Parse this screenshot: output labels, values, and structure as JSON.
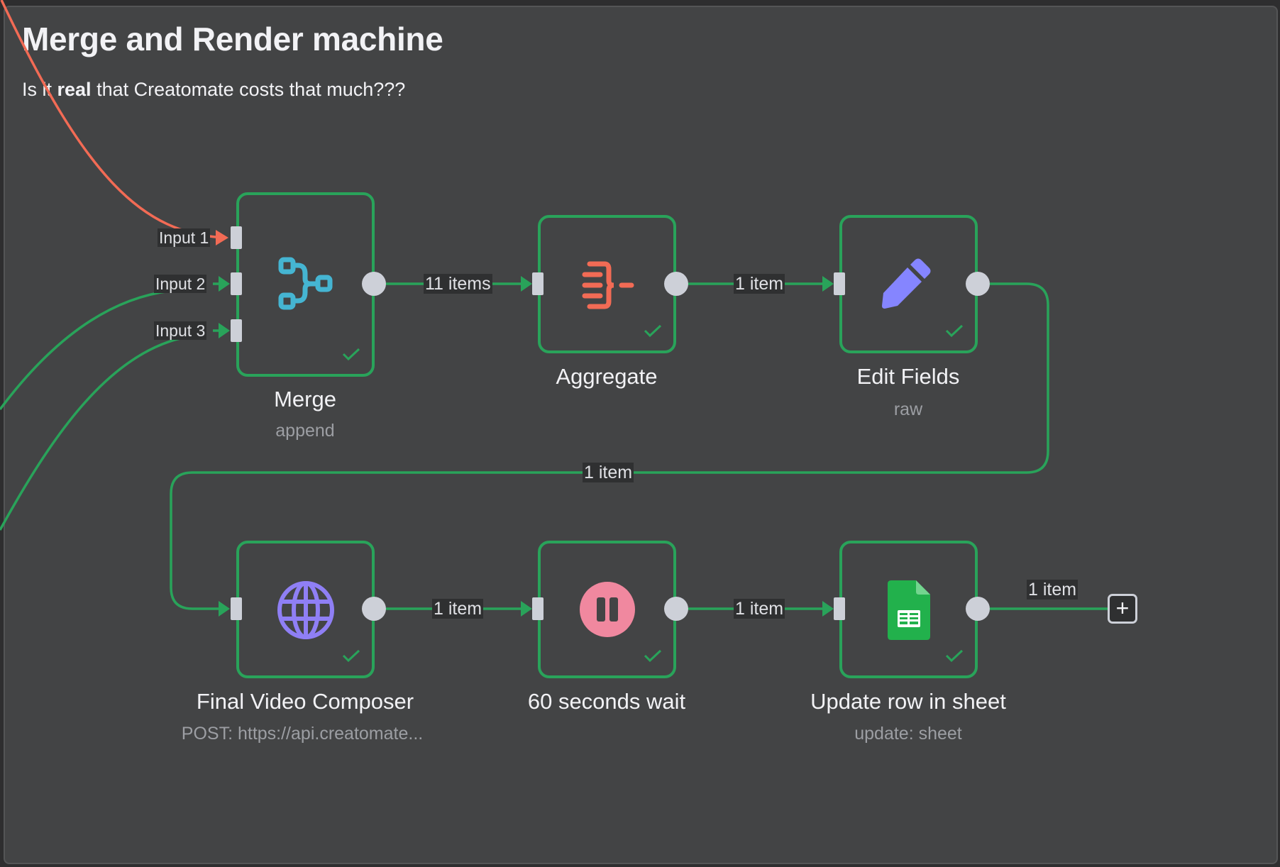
{
  "sticky_note": {
    "title": "Merge and Render machine",
    "subtitle_prefix": "Is it ",
    "subtitle_bold": "real",
    "subtitle_suffix": " that Creatomate costs that much???"
  },
  "colors": {
    "success_green": "#29a35a",
    "error_red": "#f26b55",
    "handle_gray": "#cdd0d8",
    "merge_icon": "#45b5d2",
    "aggregate_icon": "#f26b55",
    "edit_icon": "#8585ff",
    "http_icon": "#8f7ff5",
    "wait_icon": "#f0889f",
    "sheets_icon": "#22b14c"
  },
  "nodes": [
    {
      "id": "merge",
      "label": "Merge",
      "subtitle": "append",
      "icon": "merge-icon",
      "status": "success",
      "inputs": [
        "Input 1",
        "Input 2",
        "Input 3"
      ]
    },
    {
      "id": "aggregate",
      "label": "Aggregate",
      "subtitle": "",
      "icon": "aggregate-icon",
      "status": "success"
    },
    {
      "id": "edit_fields",
      "label": "Edit Fields",
      "subtitle": "raw",
      "icon": "pencil-icon",
      "status": "success"
    },
    {
      "id": "final_video",
      "label": "Final Video Composer",
      "subtitle": "POST: https://api.creatomate...",
      "icon": "globe-icon",
      "status": "success"
    },
    {
      "id": "wait",
      "label": "60 seconds wait",
      "subtitle": "",
      "icon": "pause-icon",
      "status": "success"
    },
    {
      "id": "update_row",
      "label": "Update row in sheet",
      "subtitle": "update: sheet",
      "icon": "google-sheets-icon",
      "status": "success"
    }
  ],
  "edges": [
    {
      "from": "merge",
      "to": "aggregate",
      "label": "11 items"
    },
    {
      "from": "aggregate",
      "to": "edit_fields",
      "label": "1 item"
    },
    {
      "from": "edit_fields",
      "to": "final_video",
      "label": "1 item"
    },
    {
      "from": "final_video",
      "to": "wait",
      "label": "1 item"
    },
    {
      "from": "wait",
      "to": "update_row",
      "label": "1 item"
    },
    {
      "from": "update_row",
      "to": "add",
      "label": "1 item"
    }
  ],
  "add_node_button": {
    "label": "+"
  }
}
